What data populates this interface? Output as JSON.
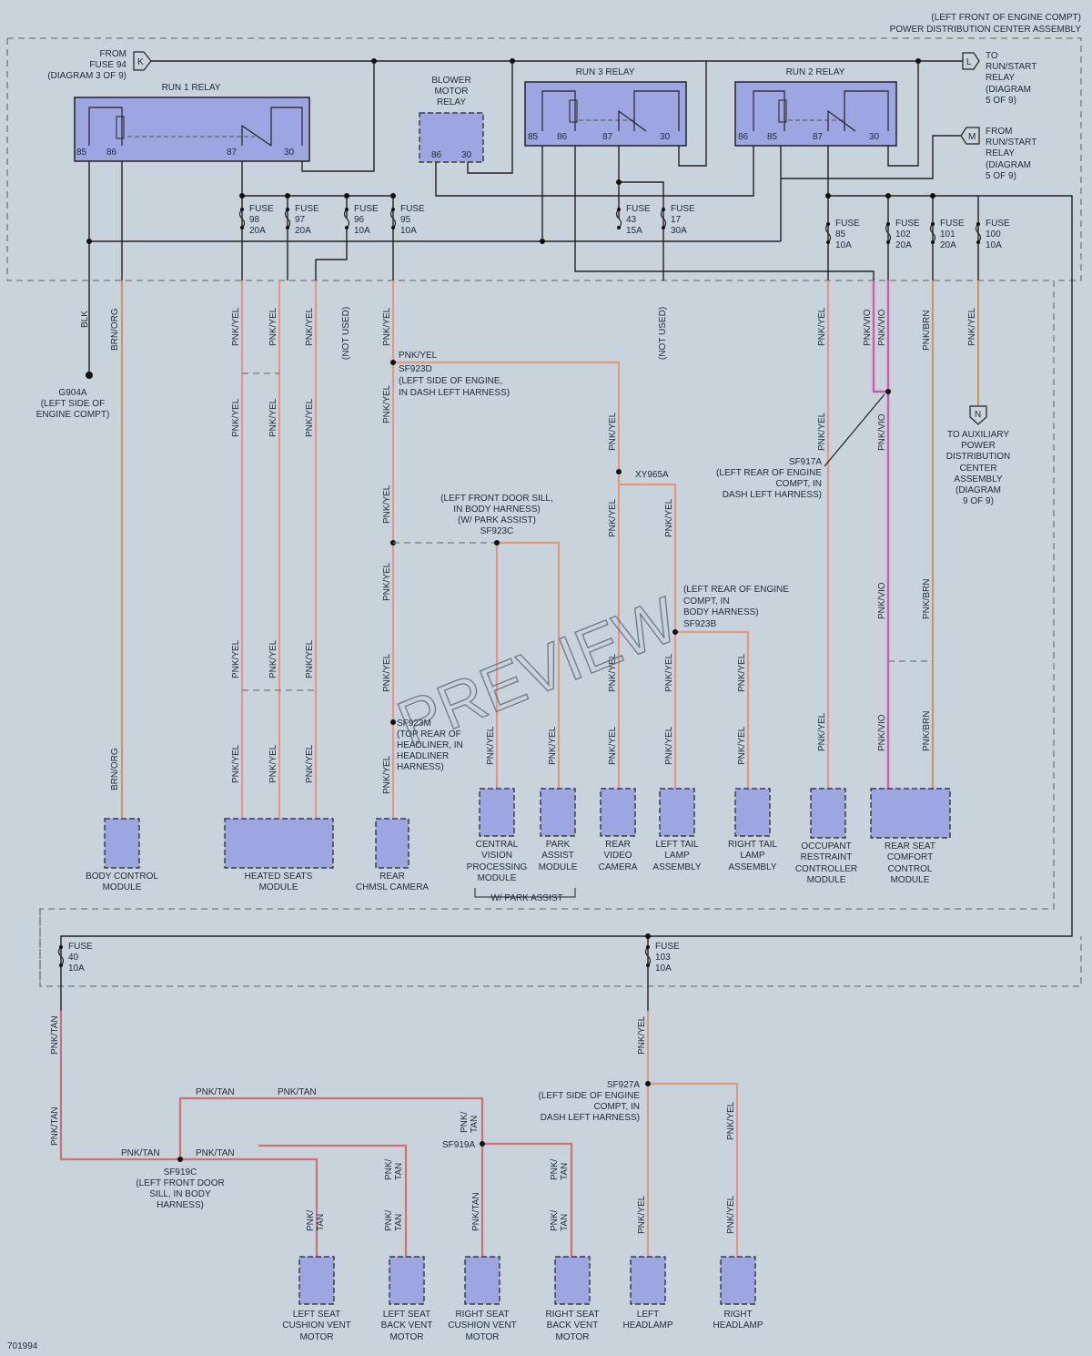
{
  "header": {
    "location": "(LEFT FRONT OF ENGINE COMPT)",
    "assembly": "POWER DISTRIBUTION CENTER ASSEMBLY"
  },
  "connectors": {
    "from_fuse_94": [
      "FROM",
      "FUSE 94",
      "(DIAGRAM 3 OF 9)"
    ],
    "to_run_start": [
      "TO",
      "RUN/START",
      "RELAY",
      "(DIAGRAM",
      "5 OF 9)"
    ],
    "from_run_start": [
      "FROM",
      "RUN/START",
      "RELAY",
      "(DIAGRAM",
      "5 OF 9)"
    ],
    "to_aux_pdc": [
      "TO AUXILIARY",
      "POWER",
      "DISTRIBUTION",
      "CENTER",
      "ASSEMBLY",
      "(DIAGRAM",
      "9 OF 9)"
    ],
    "letters": {
      "k": "K",
      "l": "L",
      "m": "M",
      "n": "N"
    }
  },
  "relays": {
    "run1": "RUN 1 RELAY",
    "blower": [
      "BLOWER",
      "MOTOR",
      "RELAY"
    ],
    "run3": "RUN 3 RELAY",
    "run2": "RUN 2 RELAY"
  },
  "fuses": [
    {
      "label": "FUSE",
      "num": "98",
      "amps": "20A"
    },
    {
      "label": "FUSE",
      "num": "97",
      "amps": "20A"
    },
    {
      "label": "FUSE",
      "num": "96",
      "amps": "10A"
    },
    {
      "label": "FUSE",
      "num": "95",
      "amps": "10A"
    },
    {
      "label": "FUSE",
      "num": "43",
      "amps": "15A"
    },
    {
      "label": "FUSE",
      "num": "17",
      "amps": "30A"
    },
    {
      "label": "FUSE",
      "num": "85",
      "amps": "10A"
    },
    {
      "label": "FUSE",
      "num": "102",
      "amps": "20A"
    },
    {
      "label": "FUSE",
      "num": "101",
      "amps": "20A"
    },
    {
      "label": "FUSE",
      "num": "100",
      "amps": "10A"
    },
    {
      "label": "FUSE",
      "num": "40",
      "amps": "10A"
    },
    {
      "label": "FUSE",
      "num": "103",
      "amps": "10A"
    }
  ],
  "wires": {
    "blk": "BLK",
    "brnorg": "BRN/ORG",
    "pnkyel": "PNK/YEL",
    "pnkvio": "PNK/VIO",
    "pnkbrn": "PNK/BRN",
    "pnktan": "PNK/TAN",
    "not_used": "(NOT USED)",
    "pnk_tan_split": [
      "PNK/",
      "TAN"
    ]
  },
  "ground": [
    "G904A",
    "(LEFT SIDE OF",
    "ENGINE COMPT)"
  ],
  "splices": {
    "sf923d": [
      "PNK/YEL",
      "SF923D",
      "(LEFT SIDE OF ENGINE,",
      "IN DASH LEFT HARNESS)"
    ],
    "sf923c": [
      "(LEFT FRONT DOOR SILL,",
      "IN BODY HARNESS)",
      "(W/ PARK ASSIST)",
      "SF923C"
    ],
    "sf917a": [
      "SF917A",
      "(LEFT REAR OF ENGINE",
      "COMPT, IN",
      "DASH LEFT HARNESS)"
    ],
    "sf923b": [
      "(LEFT REAR OF ENGINE",
      "COMPT, IN",
      "BODY HARNESS)",
      "SF923B"
    ],
    "sf923m": [
      "SF923M",
      "(TOP REAR OF",
      "HEADLINER, IN",
      "HEADLINER",
      "HARNESS)"
    ],
    "sf927a": [
      "SF927A",
      "(LEFT SIDE OF ENGINE",
      "COMPT, IN",
      "DASH LEFT HARNESS)"
    ],
    "sf919c": [
      "SF919C",
      "(LEFT FRONT DOOR",
      "SILL, IN BODY",
      "HARNESS)"
    ],
    "sf919a": "SF919A",
    "xy965a": "XY965A"
  },
  "modules": {
    "bcm": [
      "BODY CONTROL",
      "MODULE"
    ],
    "heated": [
      "HEATED SEATS",
      "MODULE"
    ],
    "chmsl": [
      "REAR",
      "CHMSL CAMERA"
    ],
    "cvpm": [
      "CENTRAL",
      "VISION",
      "PROCESSING",
      "MODULE"
    ],
    "park": [
      "PARK",
      "ASSIST",
      "MODULE"
    ],
    "rvc": [
      "REAR",
      "VIDEO",
      "CAMERA"
    ],
    "ltl": [
      "LEFT TAIL",
      "LAMP",
      "ASSEMBLY"
    ],
    "rtl": [
      "RIGHT TAIL",
      "LAMP",
      "ASSEMBLY"
    ],
    "orc": [
      "OCCUPANT",
      "RESTRAINT",
      "CONTROLLER",
      "MODULE"
    ],
    "rscc": [
      "REAR SEAT",
      "COMFORT",
      "CONTROL",
      "MODULE"
    ],
    "lscv": [
      "LEFT SEAT",
      "CUSHION VENT",
      "MOTOR"
    ],
    "lsbv": [
      "LEFT SEAT",
      "BACK VENT",
      "MOTOR"
    ],
    "rscv": [
      "RIGHT SEAT",
      "CUSHION VENT",
      "MOTOR"
    ],
    "rsbv": [
      "RIGHT SEAT",
      "BACK VENT",
      "MOTOR"
    ],
    "lhl": [
      "LEFT",
      "HEADLAMP"
    ],
    "rhl": [
      "RIGHT",
      "HEADLAMP"
    ],
    "park_assist_group": "W/ PARK ASSIST"
  },
  "footer": {
    "diagram_id": "701994"
  },
  "watermark": "PREVIEW"
}
